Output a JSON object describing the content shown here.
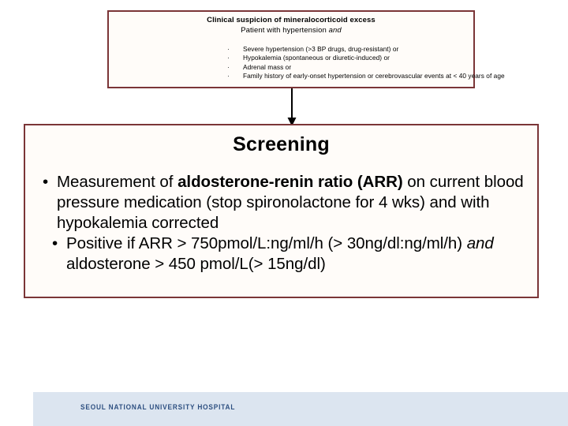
{
  "slide": {
    "accent_color": "#7b3537",
    "box_fill": "#fffcf9",
    "footer_color": "#dce5f0",
    "footer_text_color": "#2d4f80"
  },
  "criteria_box": {
    "heading": "Clinical suspicion of mineralocorticoid excess",
    "subheading_prefix": "Patient with hypertension ",
    "subheading_italic": "and",
    "bullet_glyph": "·",
    "items": [
      "Severe hypertension (>3 BP drugs, drug-resistant) or",
      "Hypokalemia (spontaneous or diuretic-induced) or",
      "Adrenal mass or",
      "Family history of early-onset hypertension or cerebrovascular events at < 40 years of age"
    ]
  },
  "arrow": {
    "name": "down-arrow",
    "color": "#000000"
  },
  "screening_box": {
    "title": "Screening",
    "bullet_glyph": "•",
    "items": [
      {
        "part1": "Measurement of ",
        "bold": "aldosterone-renin ratio (ARR)",
        "part2": " on current blood pressure medication (stop spironolactone for 4 wks) and with hypokalemia corrected"
      },
      {
        "part1": "Positive if ARR > 750pmol/L:ng/ml/h (> 30ng/dl:ng/ml/h) ",
        "italic": "and",
        "part2": " aldosterone > 450 pmol/L(> 15ng/dl)"
      }
    ]
  },
  "footer": {
    "logo_text": "SEOUL NATIONAL UNIVERSITY HOSPITAL"
  }
}
